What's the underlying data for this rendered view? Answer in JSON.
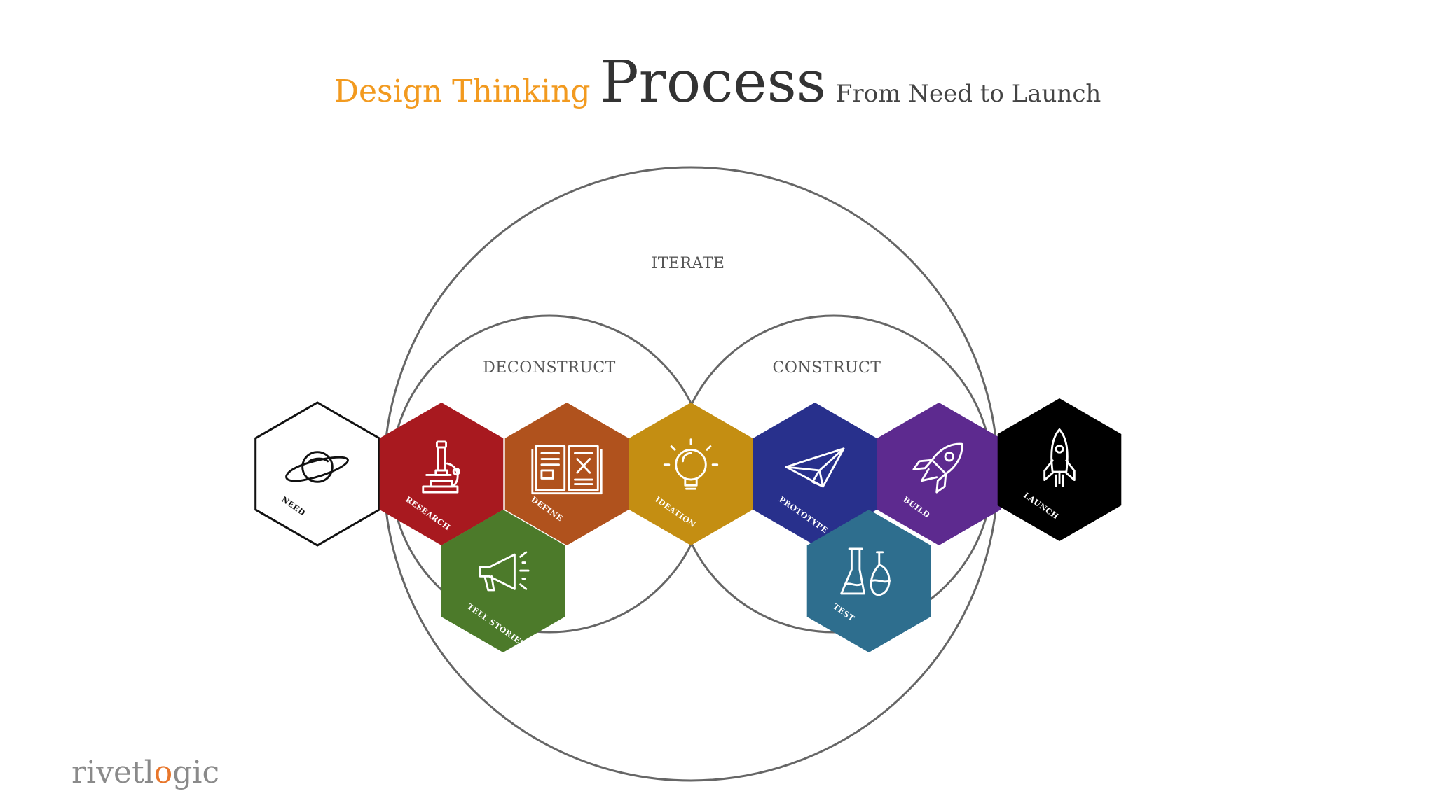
{
  "title": {
    "part1": "Design Thinking",
    "part2": "Process",
    "part3": "From Need to Launch"
  },
  "rings": {
    "iterate": "ITERATE",
    "deconstruct": "DECONSTRUCT",
    "construct": "CONSTRUCT"
  },
  "hexagons": [
    {
      "key": "need",
      "label": "NEED",
      "icon": "planet-icon",
      "fill": "#ffffff",
      "text_color": "#111111"
    },
    {
      "key": "research",
      "label": "RESEARCH",
      "icon": "microscope-icon",
      "fill": "#a8191f",
      "text_color": "#ffffff"
    },
    {
      "key": "define",
      "label": "DEFINE",
      "icon": "book-icon",
      "fill": "#b0521d",
      "text_color": "#ffffff"
    },
    {
      "key": "ideation",
      "label": "IDEATION",
      "icon": "lightbulb-icon",
      "fill": "#c48e12",
      "text_color": "#ffffff"
    },
    {
      "key": "prototype",
      "label": "PROTOTYPE",
      "icon": "paper-plane-icon",
      "fill": "#28308c",
      "text_color": "#ffffff"
    },
    {
      "key": "build",
      "label": "BUILD",
      "icon": "rocket-icon",
      "fill": "#5d2a8f",
      "text_color": "#ffffff"
    },
    {
      "key": "launch",
      "label": "LAUNCH",
      "icon": "rocket-launch-icon",
      "fill": "#000000",
      "text_color": "#ffffff"
    },
    {
      "key": "tell_stories",
      "label": "TELL STORIES",
      "icon": "megaphone-icon",
      "fill": "#4c7a2a",
      "text_color": "#ffffff"
    },
    {
      "key": "test",
      "label": "TEST",
      "icon": "flasks-icon",
      "fill": "#2e6e8e",
      "text_color": "#ffffff"
    }
  ],
  "logo": {
    "text_before": "rivetl",
    "text_accent": "o",
    "text_after": "gic"
  }
}
